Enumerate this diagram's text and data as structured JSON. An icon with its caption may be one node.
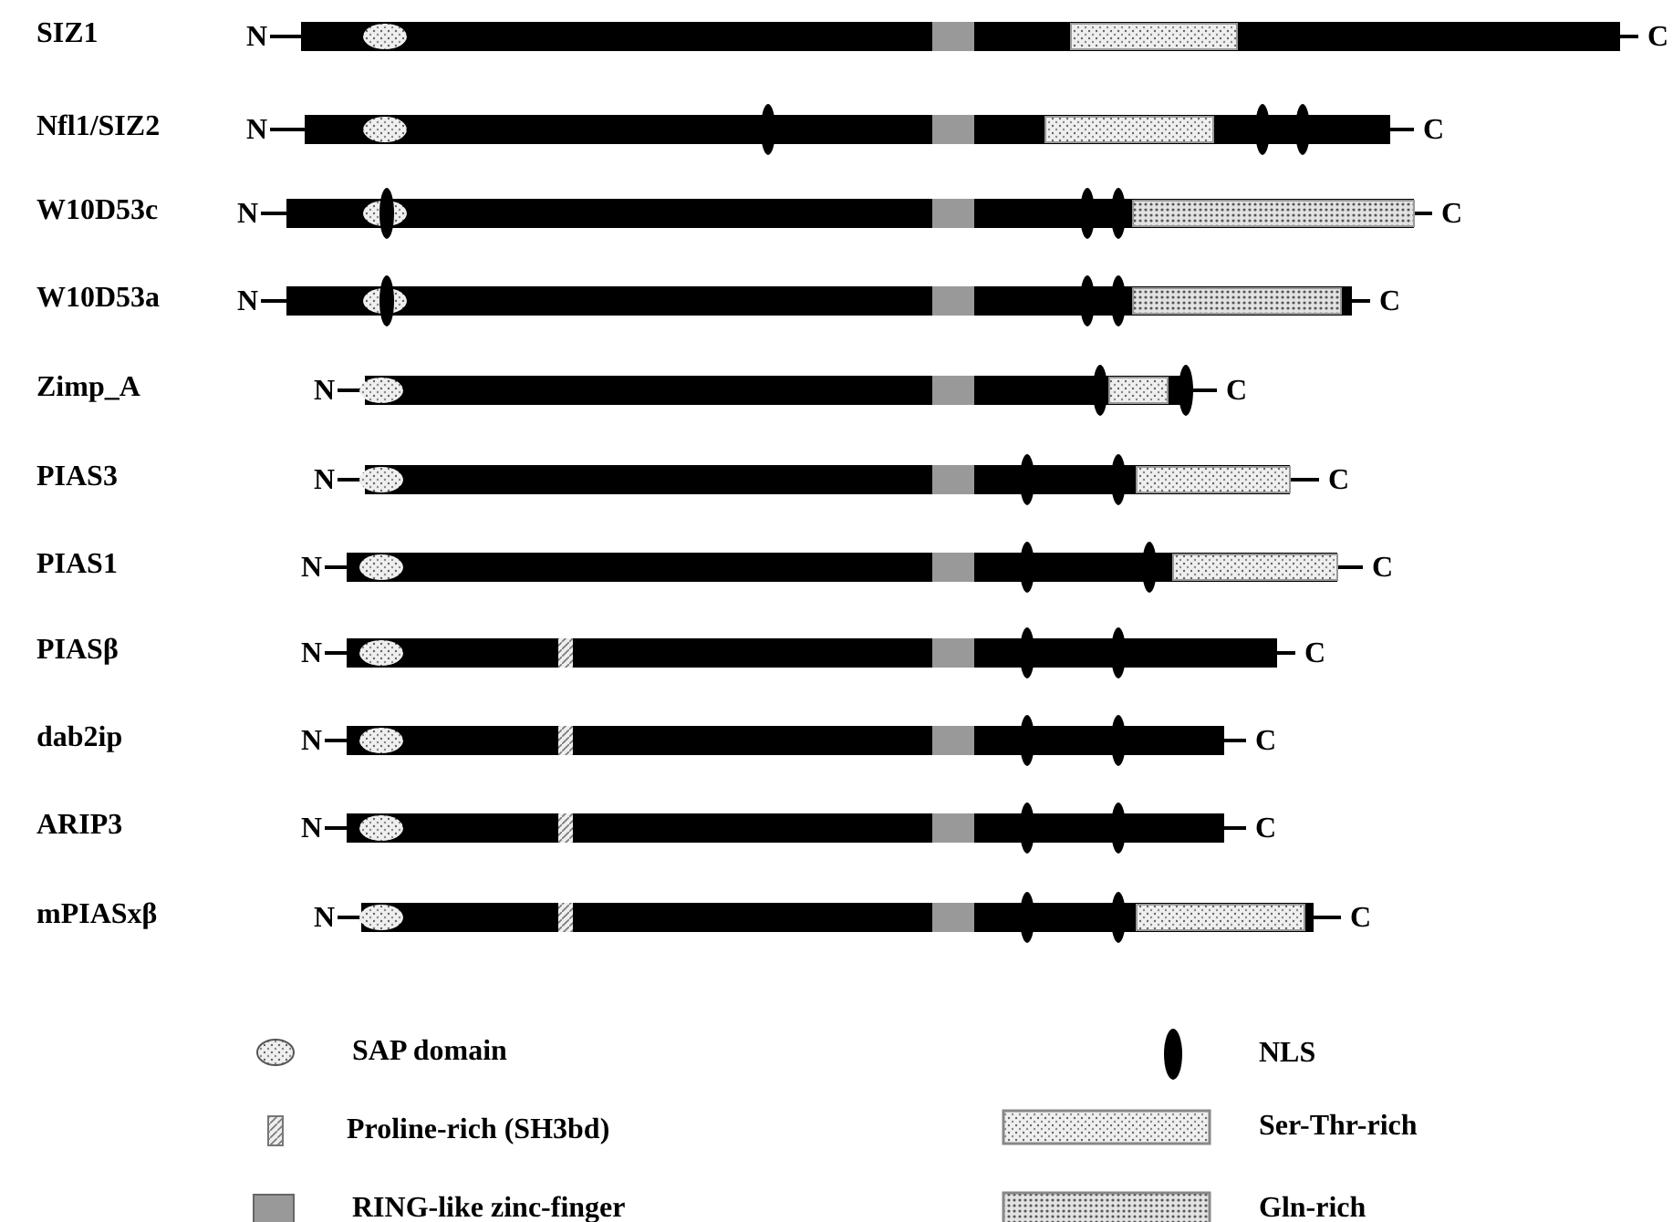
{
  "diagram": {
    "labels": [
      "SIZ1",
      "N",
      "C",
      "Nfl1/SIZ2",
      "N",
      "C",
      "W10D53c",
      "N",
      "C",
      "W10D53a",
      "N",
      "C",
      "Zimp_A",
      "N",
      "C",
      "PIAS3",
      "N",
      "C",
      "PIAS1",
      "N",
      "C",
      "PIASβ",
      "N",
      "C",
      "dab2ip",
      "N",
      "C",
      "ARIP3",
      "N",
      "C",
      "mPIASxβ",
      "N",
      "C"
    ],
    "legend": [
      {
        "text": "SAP domain"
      },
      {
        "text": "NLS"
      },
      {
        "text": "Proline-rich (SH3bd)"
      },
      {
        "text": "Ser-Thr-rich"
      },
      {
        "text": "RING-like zinc-finger"
      },
      {
        "text": "Gln-rich"
      }
    ]
  }
}
